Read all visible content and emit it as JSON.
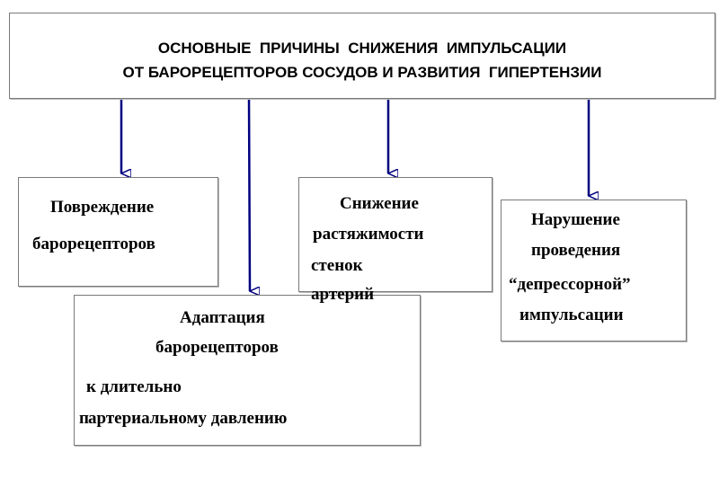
{
  "title": {
    "line1": "ОСНОВНЫЕ  ПРИЧИНЫ  СНИЖЕНИЯ  ИМПУЛЬСАЦИИ",
    "line2": "ОТ БАРОРЕЦЕПТОРОВ СОСУДОВ И РАЗВИТИЯ  ГИПЕРТЕНЗИИ"
  },
  "boxes": {
    "damage": {
      "line1": "Повреждение",
      "line2": "барорецепторов"
    },
    "stiffness": {
      "line1": "Снижение",
      "line2": "растяжимости",
      "line3": "стенок",
      "line4": "артерий"
    },
    "conduction": {
      "line1": "Нарушение",
      "line2": "проведения",
      "line3": "“депрессорной”",
      "line4": "импульсации"
    },
    "adaptation": {
      "line1": "Адаптация",
      "line2": "барорецепторов",
      "line3": "к длительно",
      "line4": "п",
      "line5": "артериальному давлению"
    }
  },
  "colors": {
    "arrow": "#000080"
  }
}
